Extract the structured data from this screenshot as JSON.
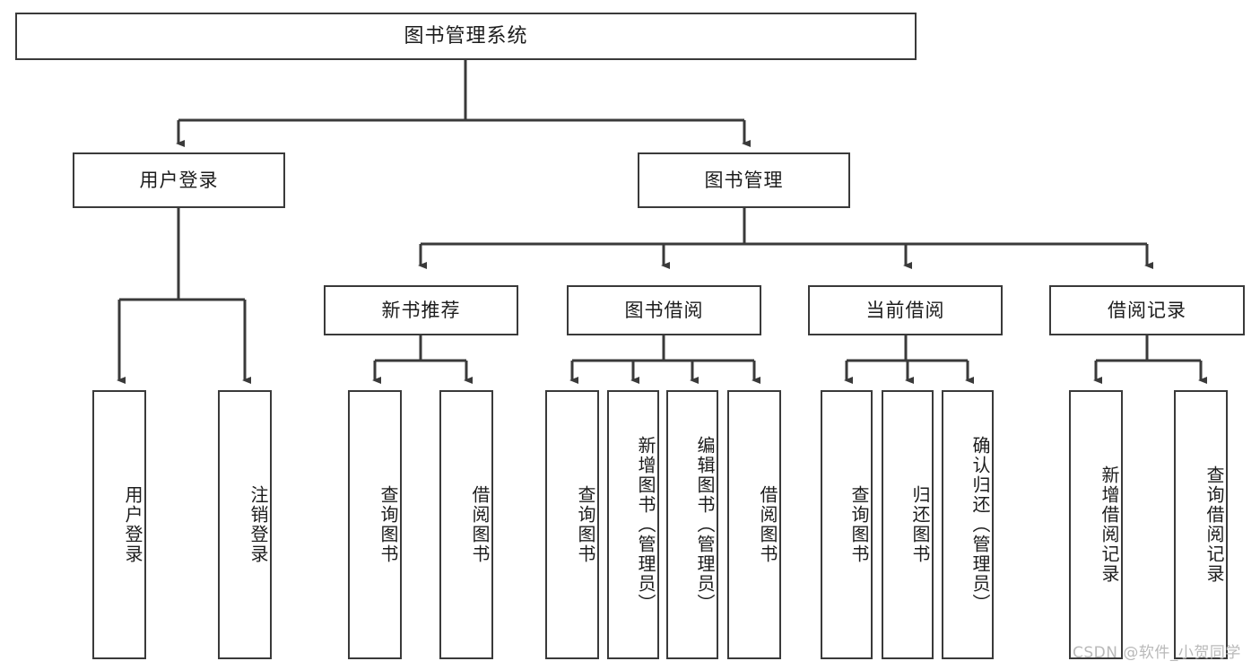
{
  "diagram": {
    "title": "图书管理系统",
    "type": "tree-hierarchy-chart",
    "stroke_color": "#3a3a3a",
    "fill_color": "#ffffff",
    "text_color": "#1c1c1c"
  },
  "nodes": {
    "root": {
      "label": "图书管理系统"
    },
    "level1": [
      {
        "label": "用户登录"
      },
      {
        "label": "图书管理"
      }
    ],
    "level2": [
      {
        "label": "新书推荐"
      },
      {
        "label": "图书借阅"
      },
      {
        "label": "当前借阅"
      },
      {
        "label": "借阅记录"
      }
    ],
    "leaves": {
      "user_login": [
        {
          "label": "用户登录"
        },
        {
          "label": "注销登录"
        }
      ],
      "new_book_recommend": [
        {
          "label": "查询图书"
        },
        {
          "label": "借阅图书"
        }
      ],
      "book_borrow": [
        {
          "label": "查询图书"
        },
        {
          "label": "新增图书（管理员）"
        },
        {
          "label": "编辑图书（管理员）"
        },
        {
          "label": "借阅图书"
        }
      ],
      "current_borrow": [
        {
          "label": "查询图书"
        },
        {
          "label": "归还图书"
        },
        {
          "label": "确认归还（管理员）"
        }
      ],
      "borrow_record": [
        {
          "label": "新增借阅记录"
        },
        {
          "label": "查询借阅记录"
        }
      ]
    }
  },
  "watermark": {
    "text": "CSDN @软件_小贺同学"
  }
}
